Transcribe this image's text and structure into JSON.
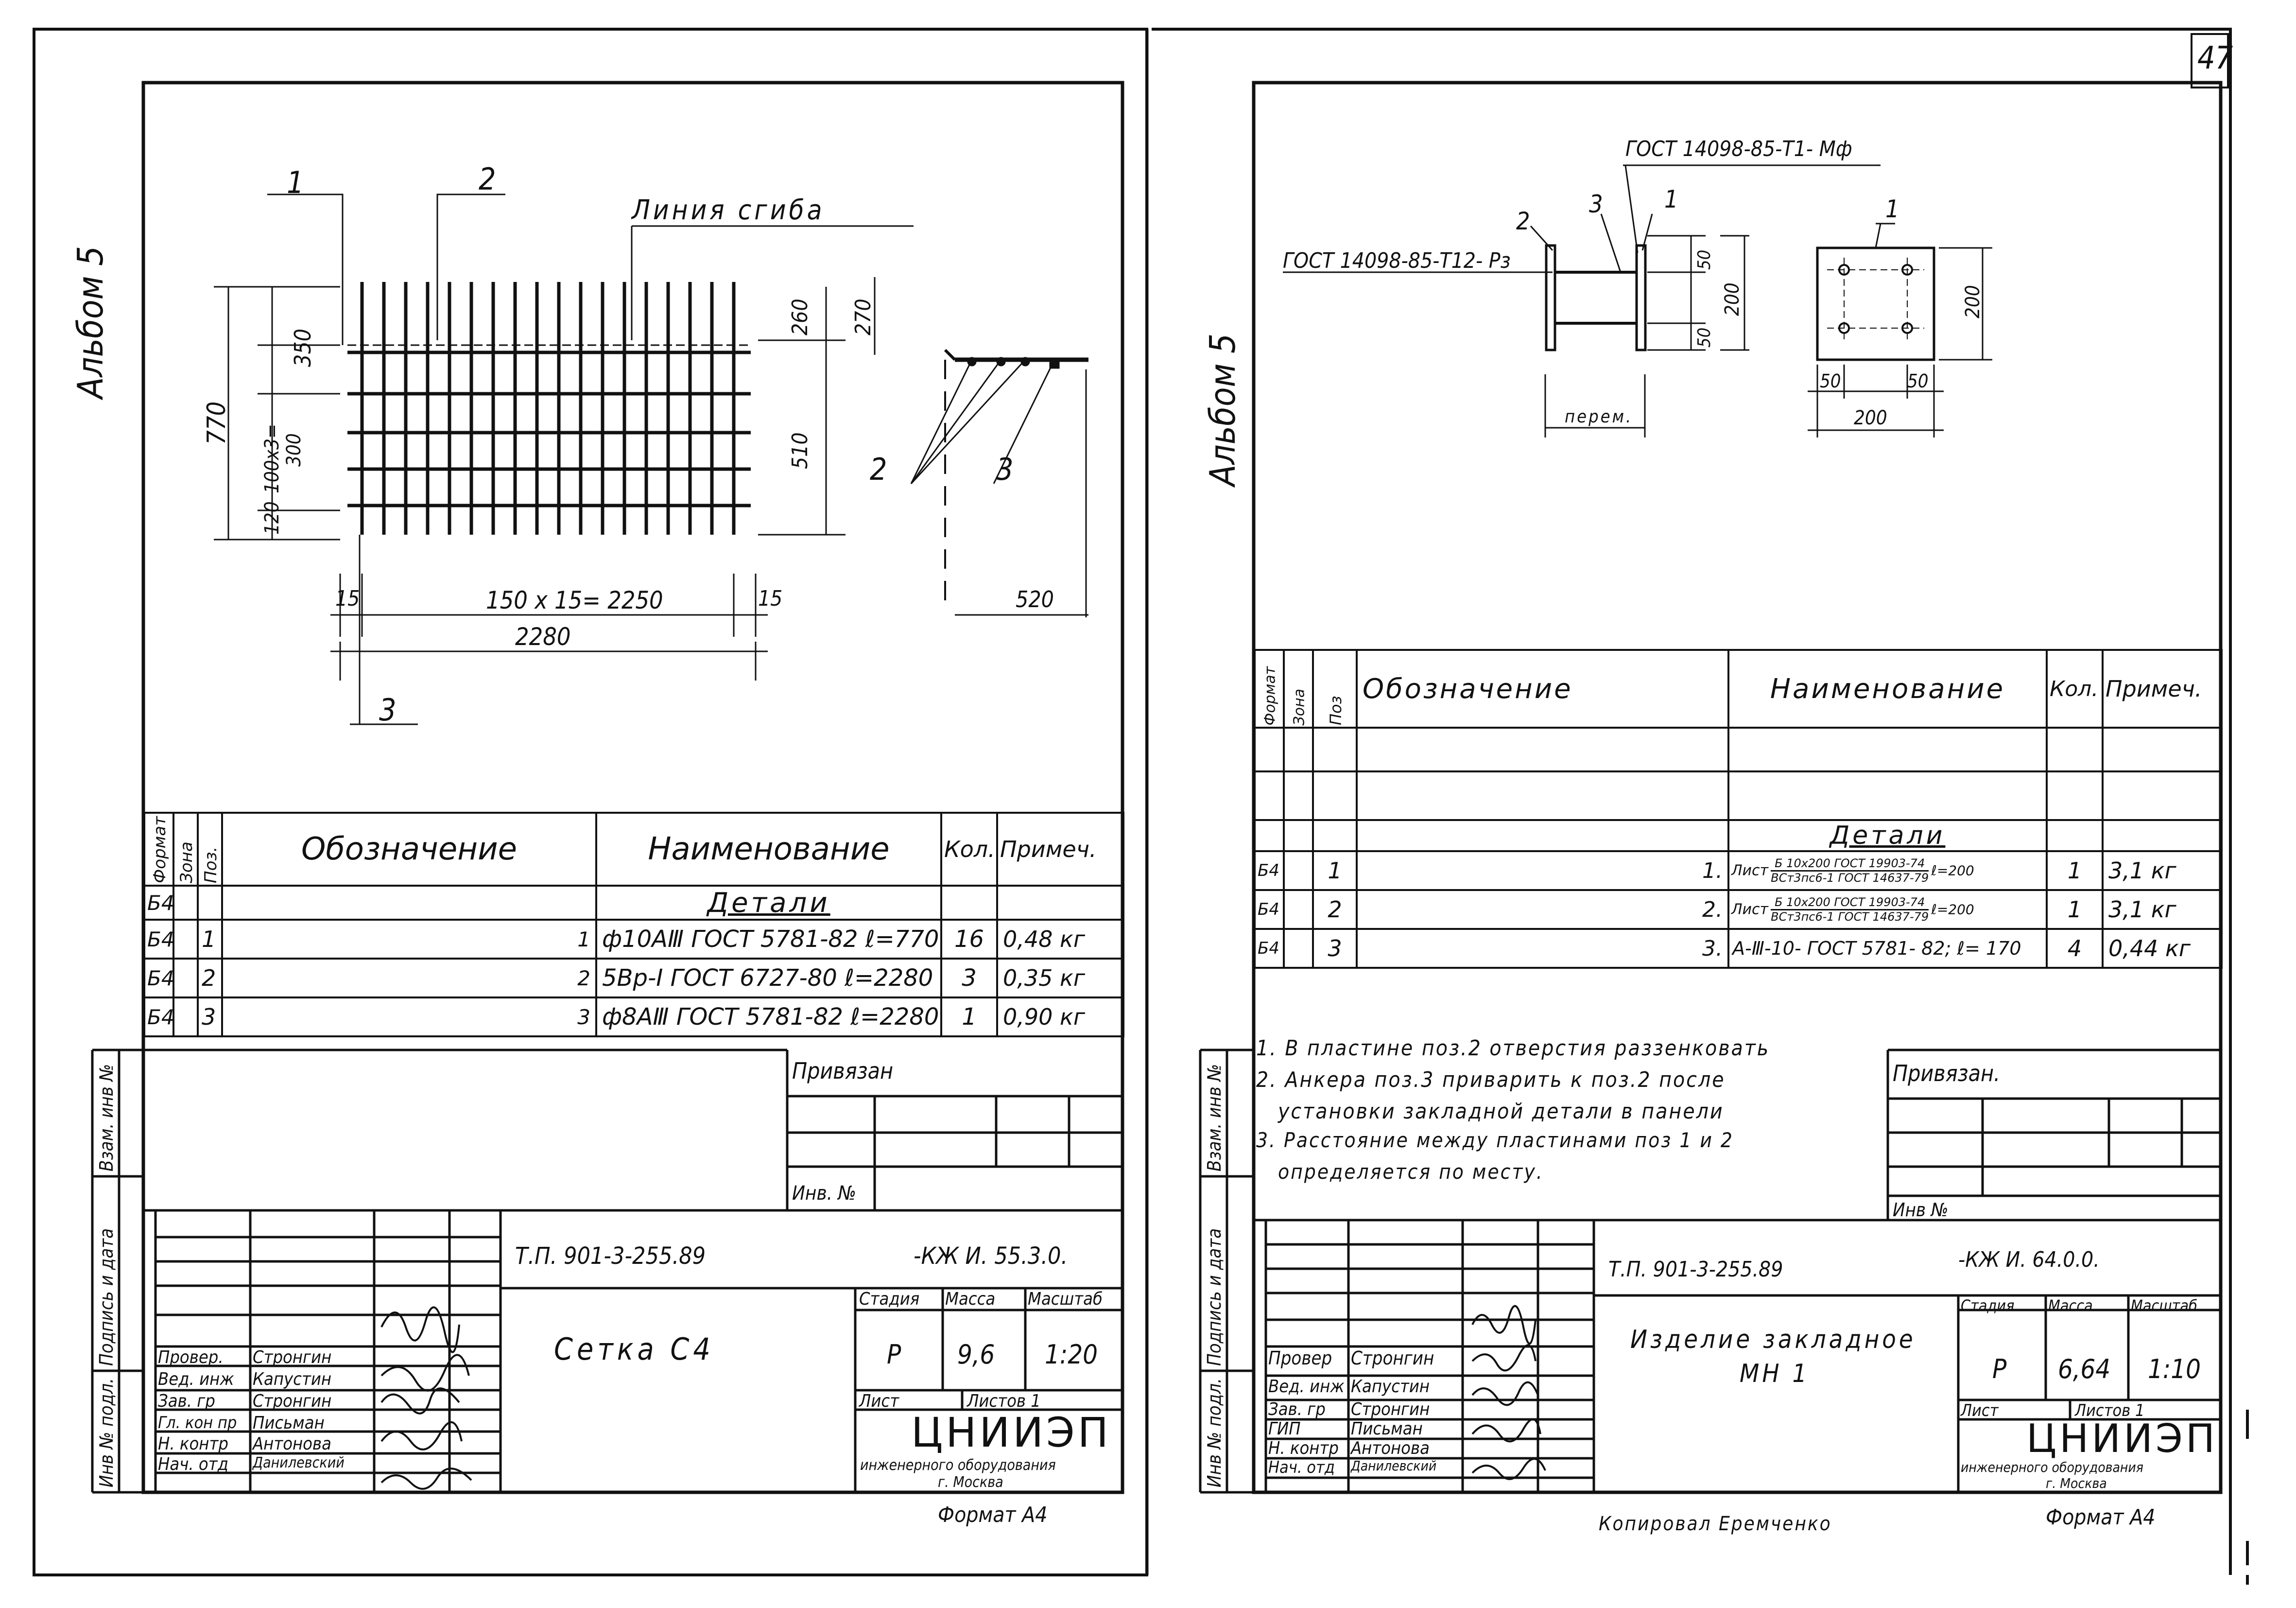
{
  "page_number": "47",
  "left_sheet": {
    "album": "Альбом 5",
    "drawing": {
      "labels": {
        "pos1": "1",
        "pos2": "2",
        "pos3": "3",
        "bend_line": "Линия сгиба",
        "side_pos2": "2",
        "side_pos3": "3"
      },
      "dims": {
        "d350": "350",
        "d770": "770",
        "d100x3": "100х3=",
        "d300": "300",
        "d120": "120",
        "d260": "260",
        "d270": "270",
        "d510": "510",
        "d15a": "15",
        "d150x15": "150 х 15= 2250",
        "d15b": "15",
        "d2280": "2280",
        "d520": "520"
      }
    },
    "spec": {
      "headers": {
        "format": "Формат",
        "zone": "Зона",
        "pos": "Поз.",
        "designation": "Обозначение",
        "name": "Наименование",
        "qty": "Кол.",
        "note": "Примеч."
      },
      "section": "Детали",
      "rows": [
        {
          "format": "Б4",
          "pos": "1",
          "designation": "1",
          "name": "ф10АⅢ ГОСТ 5781-82 ℓ=770",
          "qty": "16",
          "note": "0,48 кг"
        },
        {
          "format": "Б4",
          "pos": "2",
          "designation": "2",
          "name": "5Вр-Ⅰ ГОСТ 6727-80 ℓ=2280",
          "qty": "3",
          "note": "0,35 кг"
        },
        {
          "format": "Б4",
          "pos": "3",
          "designation": "3",
          "name": "ф8АⅢ ГОСТ 5781-82 ℓ=2280",
          "qty": "1",
          "note": "0,90 кг"
        }
      ]
    },
    "side_stamp": [
      "Инв № подл.",
      "Подпись и дата",
      "Взам. инв №"
    ],
    "privyazan": "Привязан",
    "inv_no": "Инв. №",
    "title_block": {
      "project": "Т.П. 901-3-255.89",
      "code": "-КЖ И. 55.3.0.",
      "title": "Сетка С4",
      "stage_h": "Стадия",
      "mass_h": "Масса",
      "scale_h": "Масштаб",
      "stage": "Р",
      "mass": "9,6",
      "scale": "1:20",
      "sheet_h": "Лист",
      "sheets_h": "Листов 1",
      "org": "ЦНИИЭП",
      "org_sub": "инженерного оборудования",
      "city": "г. Москва",
      "people": [
        {
          "role": "Провер.",
          "name": "Стронгин"
        },
        {
          "role": "Вед. инж",
          "name": "Капустин"
        },
        {
          "role": "Зав. гр",
          "name": "Стронгин"
        },
        {
          "role": "Гл. кон пр",
          "name": "Письман"
        },
        {
          "role": "Н. контр",
          "name": "Антонова"
        },
        {
          "role": "Нач. отд",
          "name": "Данилевский"
        }
      ]
    },
    "format": "Формат А4"
  },
  "right_sheet": {
    "album": "Альбом 5",
    "drawing": {
      "gost_top": "ГОСТ 14098-85-Т1- Мф",
      "gost_left": "ГОСТ 14098-85-Т12- Рз",
      "pos1": "1",
      "pos2": "2",
      "pos3": "3",
      "pos1b": "1",
      "d50a": "50",
      "d200a": "200",
      "d50b": "50",
      "perem": "перем.",
      "d200b": "200",
      "d50c": "50",
      "d50d": "50",
      "d200c": "200"
    },
    "spec": {
      "headers": {
        "format": "Формат",
        "zone": "Зона",
        "pos": "Поз",
        "designation": "Обозначение",
        "name": "Наименование",
        "qty": "Кол.",
        "note": "Примеч."
      },
      "section": "Детали",
      "rows": [
        {
          "format": "Б4",
          "pos": "1",
          "designation": "1.",
          "name_pre": "Лист",
          "name_top": "Б 10х200 ГОСТ 19903-74",
          "name_bot": "ВСт3пс6-1 ГОСТ 14637-79",
          "name_post": "ℓ=200",
          "qty": "1",
          "note": "3,1 кг"
        },
        {
          "format": "Б4",
          "pos": "2",
          "designation": "2.",
          "name_pre": "Лист",
          "name_top": "Б 10х200 ГОСТ 19903-74",
          "name_bot": "ВСт3пс6-1 ГОСТ 14637-79",
          "name_post": "ℓ=200",
          "qty": "1",
          "note": "3,1 кг"
        },
        {
          "format": "Б4",
          "pos": "3",
          "designation": "3.",
          "name_pre": "",
          "name_top": "А-Ⅲ-10- ГОСТ 5781- 82; ℓ= 170",
          "name_bot": "",
          "name_post": "",
          "qty": "4",
          "note": "0,44 кг"
        }
      ]
    },
    "notes": [
      "1. В пластине поз.2 отверстия раззенковать",
      "2. Анкера поз.3 приварить к поз.2 после",
      "установки закладной детали в панели",
      "3. Расстояние между пластинами поз 1 и 2",
      "определяется по месту."
    ],
    "side_stamp": [
      "Инв № подл.",
      "Подпись и дата",
      "Взам. инв №"
    ],
    "privyazan": "Привязан.",
    "inv_no": "Инв №",
    "title_block": {
      "project": "Т.П. 901-3-255.89",
      "code": "-КЖ И. 64.0.0.",
      "title1": "Изделие закладное",
      "title2": "МН 1",
      "stage_h": "Стадия",
      "mass_h": "Масса",
      "scale_h": "Масштаб",
      "stage": "Р",
      "mass": "6,64",
      "scale": "1:10",
      "sheet_h": "Лист",
      "sheets_h": "Листов 1",
      "org": "ЦНИИЭП",
      "org_sub": "инженерного оборудования",
      "city": "г. Москва",
      "people": [
        {
          "role": "Провер",
          "name": "Стронгин"
        },
        {
          "role": "Вед. инж",
          "name": "Капустин"
        },
        {
          "role": "Зав. гр",
          "name": "Стронгин"
        },
        {
          "role": "ГИП",
          "name": "Письман"
        },
        {
          "role": "Н. контр",
          "name": "Антонова"
        },
        {
          "role": "Нач. отд",
          "name": "Данилевский"
        }
      ]
    },
    "copied": "Копировал Еремченко",
    "format": "Формат А4"
  }
}
